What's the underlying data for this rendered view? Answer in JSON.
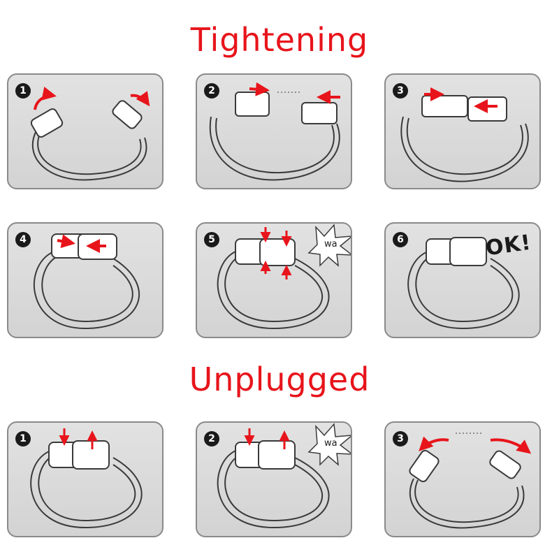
{
  "titles": {
    "tightening": "Tightening",
    "unplugged": "Unplugged"
  },
  "tightening_steps": [
    {
      "number": "1"
    },
    {
      "number": "2"
    },
    {
      "number": "3"
    },
    {
      "number": "4"
    },
    {
      "number": "5",
      "sound": "wa"
    },
    {
      "number": "6",
      "caption": "OK!"
    }
  ],
  "unplugged_steps": [
    {
      "number": "1"
    },
    {
      "number": "2",
      "sound": "wa"
    },
    {
      "number": "3"
    }
  ],
  "colors": {
    "title": "#e8141b",
    "arrow": "#e8141b",
    "panel_bg": "#d8d8d8",
    "line": "#3a3a3a"
  }
}
